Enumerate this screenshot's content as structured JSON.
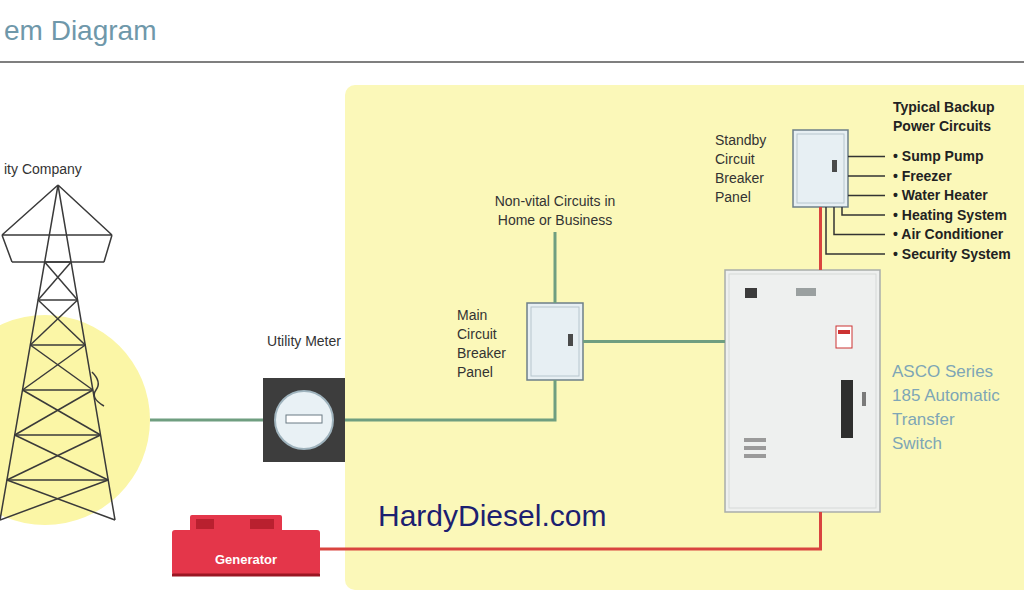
{
  "diagram": {
    "title": "em Diagram",
    "nodes": [
      {
        "text": [
          "ity Company"
        ]
      },
      {
        "text": [
          "Utility Meter"
        ]
      },
      {
        "text": [
          "Non-vital Circuits in Home or Business"
        ]
      },
      {
        "text": [
          "Main Circuit Breaker Panel"
        ]
      },
      {
        "text": [
          "Standby Circuit Breaker Panel"
        ]
      },
      {
        "text": [
          "Typical Backup Power Circuits",
          "• Sump Pump",
          "• Freezer",
          "• Water Heater",
          "• Heating System",
          "• Air Conditioner",
          "• Security System"
        ]
      },
      {
        "text": [
          "ASCO Series 185 Automatic Transfer Switch"
        ]
      },
      {
        "text": [
          "Generator"
        ]
      }
    ],
    "edges": [
      {
        "from": 0,
        "to": 1,
        "arrow": "none"
      },
      {
        "from": 1,
        "to": 3,
        "arrow": "none"
      },
      {
        "from": 3,
        "to": 2,
        "arrow": "none"
      },
      {
        "from": 3,
        "to": 6,
        "arrow": "none"
      },
      {
        "from": 6,
        "to": 4,
        "arrow": "none"
      },
      {
        "from": 4,
        "to": 5,
        "arrow": "none"
      },
      {
        "from": 7,
        "to": 6,
        "arrow": "none"
      }
    ],
    "labels": [
      "HardyDiesel.com"
    ]
  }
}
